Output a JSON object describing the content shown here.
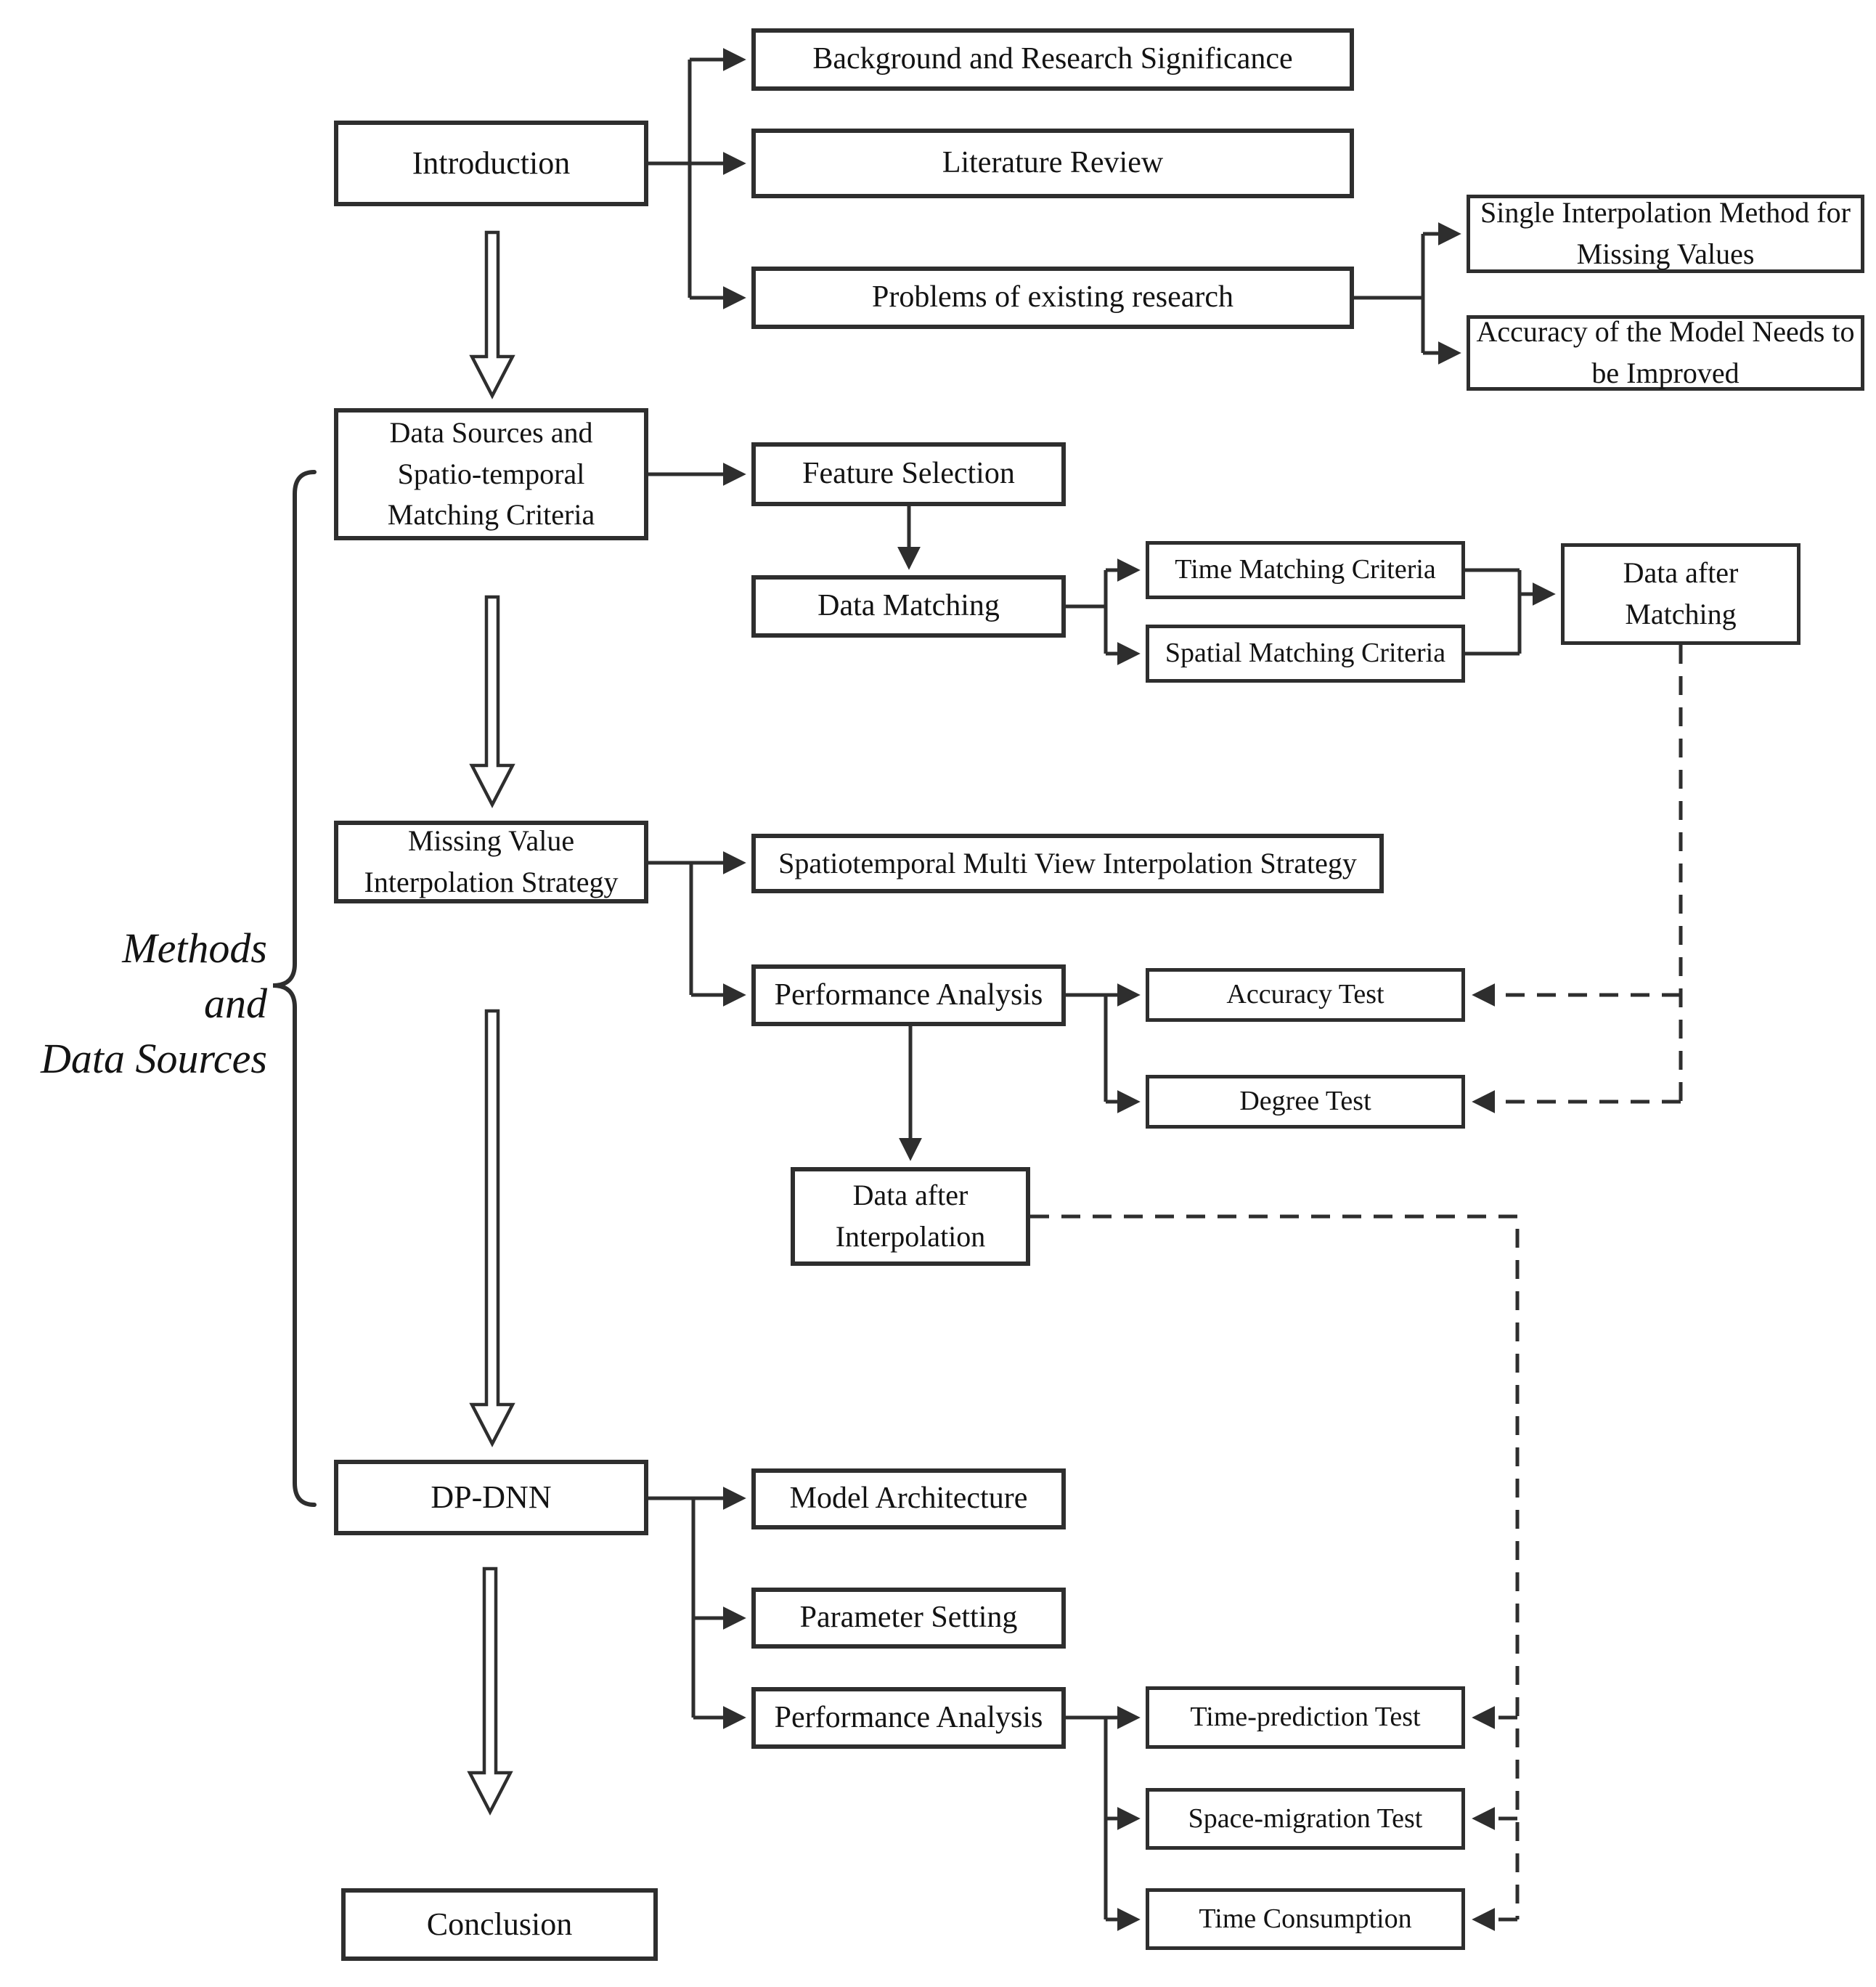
{
  "diagram": {
    "title_hint": "thesis-structure-flowchart",
    "side_label": "Methods\nand\nData Sources",
    "colors": {
      "line": "#2e2e2e",
      "text": "#131313",
      "box_background": "#ffffff"
    },
    "nodes": {
      "introduction": {
        "label": "Introduction"
      },
      "background": {
        "label": "Background and Research Significance"
      },
      "literature_review": {
        "label": "Literature Review"
      },
      "problems": {
        "label": "Problems of existing research"
      },
      "single_interpolation": {
        "label": "Single Interpolation Method for\nMissing Values"
      },
      "accuracy_model": {
        "label": "Accuracy of the Model Needs to\nbe Improved"
      },
      "data_sources": {
        "label": "Data Sources and\nSpatio-temporal\nMatching Criteria"
      },
      "feature_selection": {
        "label": "Feature Selection"
      },
      "data_matching": {
        "label": "Data Matching"
      },
      "time_matching": {
        "label": "Time Matching Criteria"
      },
      "spatial_matching": {
        "label": "Spatial Matching Criteria"
      },
      "data_after_matching": {
        "label": "Data after\nMatching"
      },
      "missing_value": {
        "label": "Missing Value\nInterpolation Strategy"
      },
      "spatiotemporal": {
        "label": "Spatiotemporal Multi View Interpolation Strategy"
      },
      "performance_1": {
        "label": "Performance Analysis"
      },
      "accuracy_test": {
        "label": "Accuracy Test"
      },
      "degree_test": {
        "label": "Degree Test"
      },
      "data_after_interpolation": {
        "label": "Data after\nInterpolation"
      },
      "dp_dnn": {
        "label": "DP-DNN"
      },
      "model_architecture": {
        "label": "Model Architecture"
      },
      "parameter_setting": {
        "label": "Parameter Setting"
      },
      "performance_2": {
        "label": "Performance Analysis"
      },
      "time_prediction": {
        "label": "Time-prediction Test"
      },
      "space_migration": {
        "label": "Space-migration Test"
      },
      "time_consumption": {
        "label": "Time Consumption"
      },
      "conclusion": {
        "label": "Conclusion"
      }
    }
  }
}
